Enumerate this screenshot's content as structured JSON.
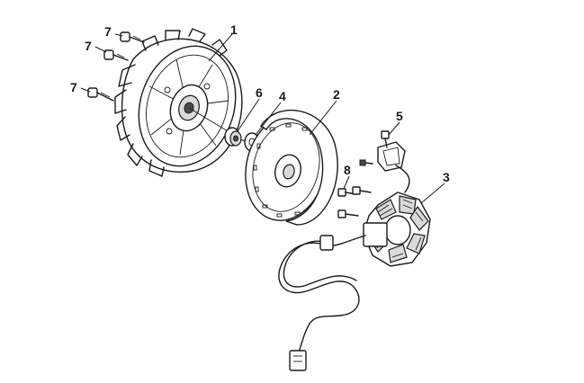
{
  "callouts": {
    "c1": "1",
    "c2": "2",
    "c3": "3",
    "c4": "4",
    "c5": "5",
    "c6": "6",
    "c7a": "7",
    "c7b": "7",
    "c7c": "7",
    "c8": "8"
  }
}
